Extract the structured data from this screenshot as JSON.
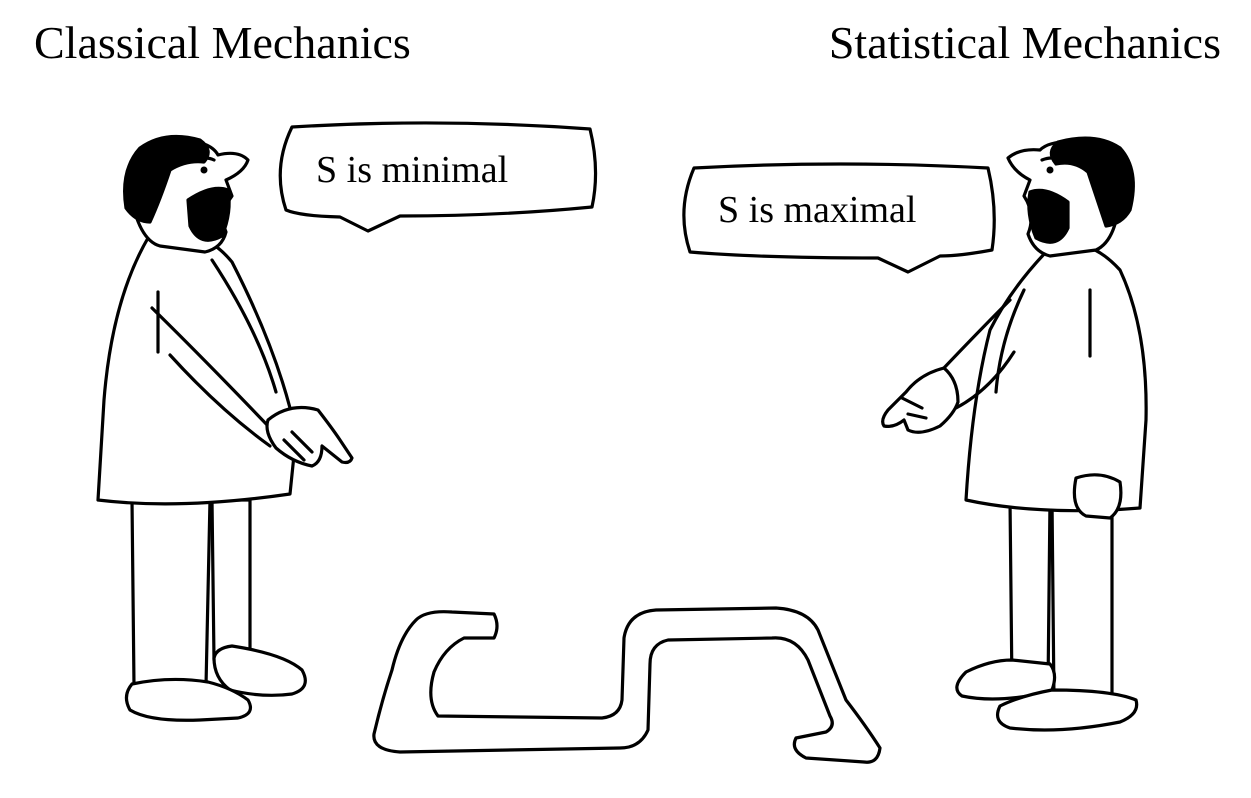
{
  "headings": {
    "left": "Classical Mechanics",
    "right": "Statistical Mechanics"
  },
  "bubbles": {
    "left": "S is minimal",
    "right": "S is maximal"
  },
  "colors": {
    "ink": "#000000",
    "paper": "#ffffff"
  }
}
